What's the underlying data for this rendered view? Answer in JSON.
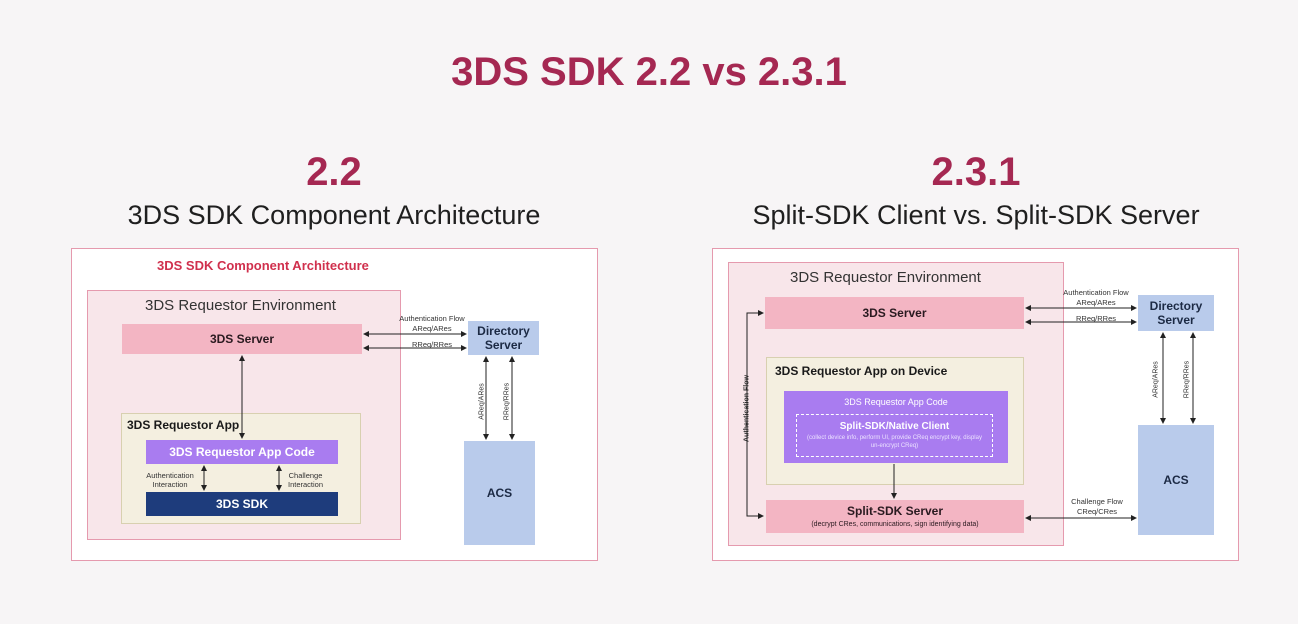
{
  "title": "3DS SDK 2.2 vs 2.3.1",
  "left": {
    "version": "2.2",
    "subtitle": "3DS SDK Component Architecture",
    "diagram_title": "3DS SDK Component Architecture",
    "env_label": "3DS Requestor Environment",
    "server": "3DS Server",
    "directory_server": "Directory Server",
    "acs": "ACS",
    "auth_flow": "Authentication Flow",
    "areq_ares": "AReq/ARes",
    "rreq_rres": "RReq/RRes",
    "vert_areq": "AReq/ARes",
    "vert_rreq": "RReq/RRes",
    "app": "3DS Requestor App",
    "app_code": "3DS Requestor App Code",
    "auth_interaction": "Authentication Interaction",
    "challenge_interaction": "Challenge Interaction",
    "sdk": "3DS SDK"
  },
  "right": {
    "version": "2.3.1",
    "subtitle": "Split-SDK Client vs. Split-SDK Server",
    "env_label": "3DS Requestor Environment",
    "server": "3DS Server",
    "directory_server": "Directory Server",
    "acs": "ACS",
    "auth_flow": "Authentication Flow",
    "areq_ares": "AReq/ARes",
    "rreq_rres": "RReq/RRes",
    "vert_areq": "AReq/ARes",
    "vert_rreq": "RReq/RRes",
    "side_auth_flow": "Authentication Flow",
    "app_on_device": "3DS Requestor App on Device",
    "app_code": "3DS Requestor App Code",
    "native_client": "Split-SDK/Native Client",
    "native_client_desc": "(collect device info, perform UI, provide CReq encrypt key, display un-encrypt CReq)",
    "split_server": "Split-SDK Server",
    "split_server_desc": "(decrypt CRes, communications, sign identifying data)",
    "challenge_flow": "Challenge Flow",
    "creq_cres": "CReq/CRes"
  }
}
